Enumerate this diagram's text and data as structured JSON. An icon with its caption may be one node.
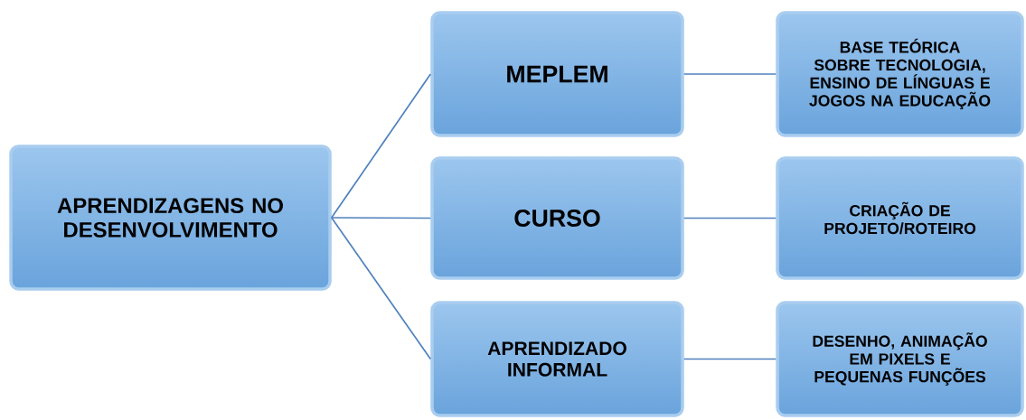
{
  "diagram": {
    "nodes": [
      {
        "text": [
          "APRENDIZAGENS NO DESENVOLVIMENTO"
        ]
      },
      {
        "text": [
          "MEPLEM"
        ]
      },
      {
        "text": [
          "CURSO"
        ]
      },
      {
        "text": [
          "APRENDIZADO INFORMAL"
        ]
      },
      {
        "text": [
          "BASE TEÓRICA SOBRE TECNOLOGIA, ENSINO DE LÍNGUAS E JOGOS NA EDUCAÇÃO"
        ]
      },
      {
        "text": [
          "CRIAÇÃO DE PROJETO/ROTEIRO"
        ]
      },
      {
        "text": [
          "DESENHO, ANIMAÇÃO EM PIXELS E PEQUENAS FUNÇÕES"
        ]
      }
    ],
    "edges": [
      {
        "from": 0,
        "to": 1,
        "arrow": "none"
      },
      {
        "from": 0,
        "to": 2,
        "arrow": "none"
      },
      {
        "from": 0,
        "to": 3,
        "arrow": "none"
      },
      {
        "from": 1,
        "to": 4,
        "arrow": "none"
      },
      {
        "from": 2,
        "to": 5,
        "arrow": "none"
      },
      {
        "from": 3,
        "to": 6,
        "arrow": "none"
      }
    ]
  }
}
